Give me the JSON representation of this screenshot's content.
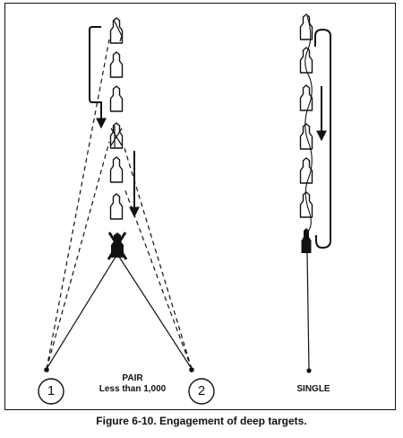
{
  "figure": {
    "caption": "Figure 6-10. Engagement of deep targets.",
    "pair_label": "PAIR",
    "pair_sublabel": "Less than 1,000",
    "single_label": "SINGLE",
    "position_1": "1",
    "position_2": "2"
  }
}
